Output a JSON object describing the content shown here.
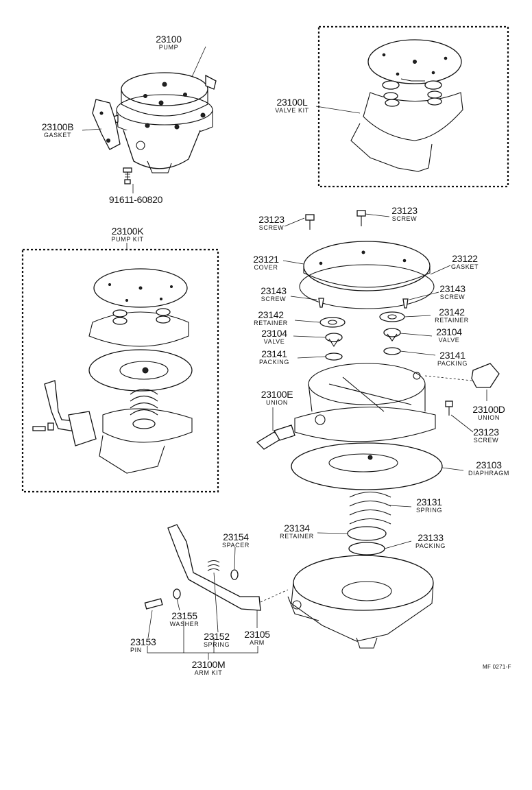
{
  "parts": {
    "p23100": {
      "num": "23100",
      "name": "PUMP"
    },
    "p23100b": {
      "num": "23100B",
      "name": "GASKET"
    },
    "p91611": {
      "num": "91611-60820"
    },
    "p23100l": {
      "num": "23100L",
      "name": "VALVE KIT"
    },
    "p23100k": {
      "num": "23100K",
      "name": "PUMP KIT"
    },
    "p23123a": {
      "num": "23123",
      "name": "SCREW"
    },
    "p23123b": {
      "num": "23123",
      "name": "SCREW"
    },
    "p23121": {
      "num": "23121",
      "name": "COVER"
    },
    "p23122": {
      "num": "23122",
      "name": "GASKET"
    },
    "p23143a": {
      "num": "23143",
      "name": "SCREW"
    },
    "p23143b": {
      "num": "23143",
      "name": "SCREW"
    },
    "p23142a": {
      "num": "23142",
      "name": "RETAINER"
    },
    "p23142b": {
      "num": "23142",
      "name": "RETAINER"
    },
    "p23104a": {
      "num": "23104",
      "name": "VALVE"
    },
    "p23104b": {
      "num": "23104",
      "name": "VALVE"
    },
    "p23141a": {
      "num": "23141",
      "name": "PACKING"
    },
    "p23141b": {
      "num": "23141",
      "name": "PACKING"
    },
    "p23100e": {
      "num": "23100E",
      "name": "UNION"
    },
    "p23100d": {
      "num": "23100D",
      "name": "UNION"
    },
    "p23123c": {
      "num": "23123",
      "name": "SCREW"
    },
    "p23103": {
      "num": "23103",
      "name": "DIAPHRAGM"
    },
    "p23131": {
      "num": "23131",
      "name": "SPRING"
    },
    "p23134": {
      "num": "23134",
      "name": "RETAINER"
    },
    "p23133": {
      "num": "23133",
      "name": "PACKING"
    },
    "p23154": {
      "num": "23154",
      "name": "SPACER"
    },
    "p23155": {
      "num": "23155",
      "name": "WASHER"
    },
    "p23152": {
      "num": "23152",
      "name": "SPRING"
    },
    "p23105": {
      "num": "23105",
      "name": "ARM"
    },
    "p23153": {
      "num": "23153",
      "name": "PIN"
    },
    "p23100m": {
      "num": "23100M",
      "name": "ARM KIT"
    }
  },
  "drawing_code": "MF 0271-F"
}
